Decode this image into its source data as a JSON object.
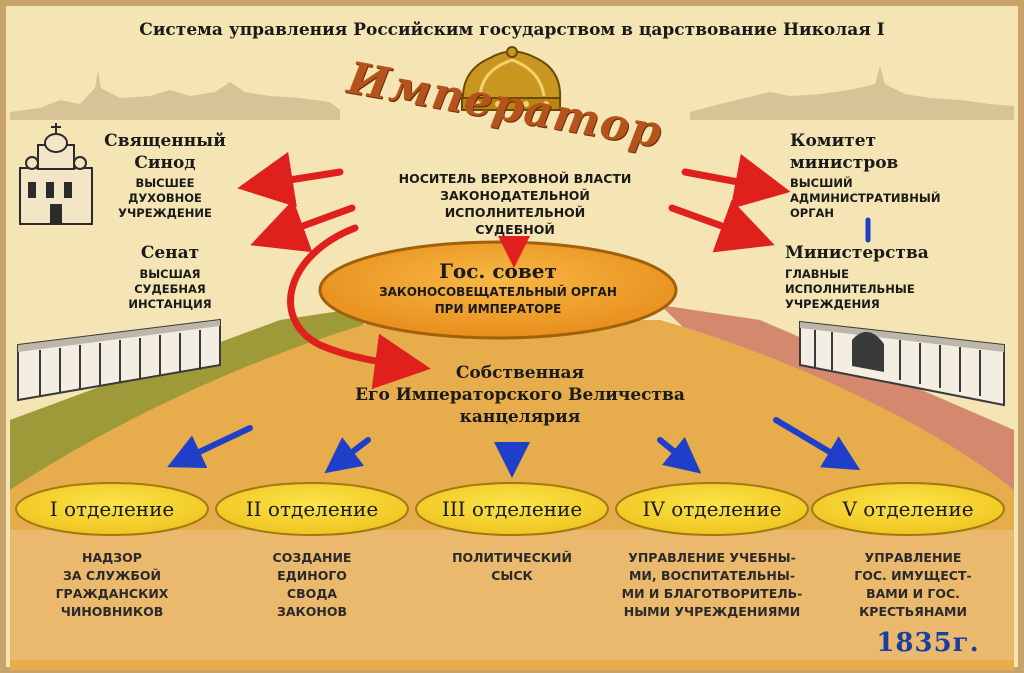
{
  "title": "Система управления Российским государством в царствование Николая I",
  "emperor": {
    "label": "Император",
    "powers": [
      "НОСИТЕЛЬ ВЕРХОВНОЙ ВЛАСТИ",
      "ЗАКОНОДАТЕЛЬНОЙ",
      "ИСПОЛНИТЕЛЬНОЙ",
      "СУДЕБНОЙ"
    ]
  },
  "synod": {
    "name": [
      "Священный",
      "Синод"
    ],
    "desc": [
      "ВЫСШЕЕ",
      "ДУХОВНОЕ",
      "УЧРЕЖДЕНИЕ"
    ]
  },
  "senate": {
    "name": "Сенат",
    "desc": [
      "ВЫСШАЯ",
      "СУДЕБНАЯ",
      "ИНСТАНЦИЯ"
    ]
  },
  "committee": {
    "name": [
      "Комитет",
      "министров"
    ],
    "desc": [
      "ВЫСШИЙ",
      "АДМИНИСТРАТИВНЫЙ",
      "ОРГАН"
    ]
  },
  "ministries": {
    "name": "Министерства",
    "desc": [
      "ГЛАВНЫЕ",
      "ИСПОЛНИТЕЛЬНЫЕ",
      "УЧРЕЖДЕНИЯ"
    ]
  },
  "council": {
    "name": "Гос. совет",
    "desc": [
      "ЗАКОНОСОВЕЩАТЕЛЬНЫЙ ОРГАН",
      "ПРИ ИМПЕРАТОРЕ"
    ]
  },
  "chancellery": {
    "lines": [
      "Собственная",
      "Его Императорского Величества",
      "канцелярия"
    ]
  },
  "departments": [
    {
      "label": "I отделение",
      "desc": [
        "НАДЗОР",
        "ЗА СЛУЖБОЙ",
        "ГРАЖДАНСКИХ",
        "ЧИНОВНИКОВ"
      ]
    },
    {
      "label": "II отделение",
      "desc": [
        "СОЗДАНИЕ",
        "ЕДИНОГО",
        "СВОДА",
        "ЗАКОНОВ"
      ]
    },
    {
      "label": "III отделение",
      "desc": [
        "ПОЛИТИЧЕСКИЙ",
        "СЫСК"
      ]
    },
    {
      "label": "IV отделение",
      "desc": [
        "УПРАВЛЕНИЕ УЧЕБНЫ-",
        "МИ, ВОСПИТАТЕЛЬНЫ-",
        "МИ И БЛАГОТВОРИТЕЛЬ-",
        "НЫМИ УЧРЕЖДЕНИЯМИ"
      ]
    },
    {
      "label": "V отделение",
      "desc": [
        "УПРАВЛЕНИЕ",
        "ГОС. ИМУЩЕСТ-",
        "ВАМИ И ГОС.",
        "КРЕСТЬЯНАМИ"
      ]
    }
  ],
  "year": "1835г.",
  "colors": {
    "red_arrow": "#e0201c",
    "blue_arrow": "#1f3fc8",
    "emperor_text": "#b4541c",
    "oval": "#f0a030",
    "dept_oval": "#f5d226"
  }
}
